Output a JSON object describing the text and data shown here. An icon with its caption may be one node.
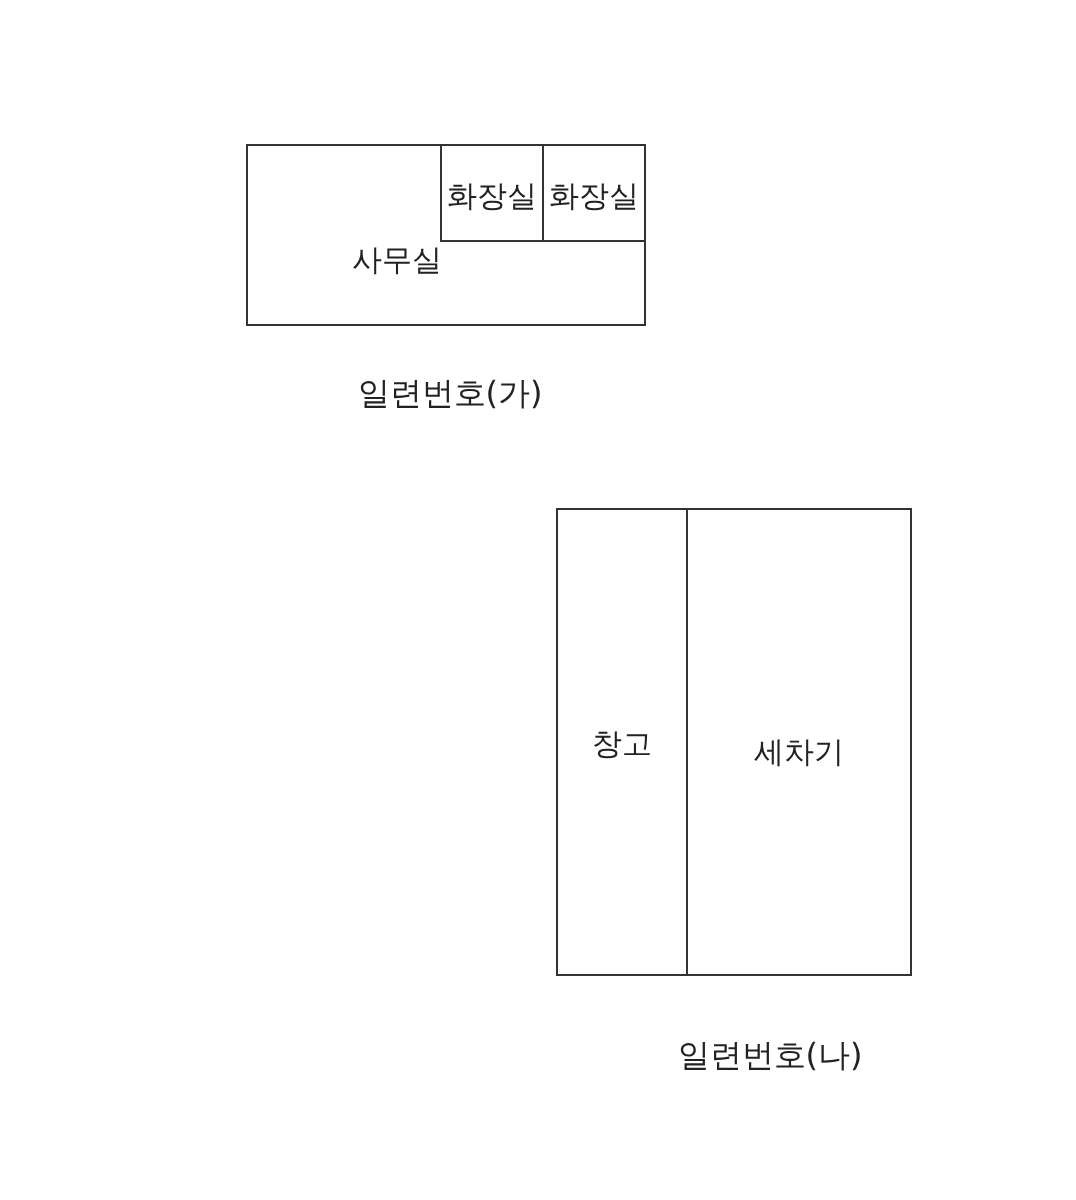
{
  "diagram": {
    "nodes": [
      {
        "text": [
          "사무실"
        ],
        "beside": [
          "일련번호(가)"
        ]
      },
      {
        "text": [
          "화장실"
        ],
        "in": 0
      },
      {
        "text": [
          "화장실"
        ],
        "in": 0
      },
      {
        "text": [],
        "shape": "box",
        "beside": [
          "일련번호(나)"
        ]
      },
      {
        "text": [
          "창고"
        ],
        "in": 3
      },
      {
        "text": [
          "세차기"
        ],
        "in": 3
      }
    ]
  }
}
